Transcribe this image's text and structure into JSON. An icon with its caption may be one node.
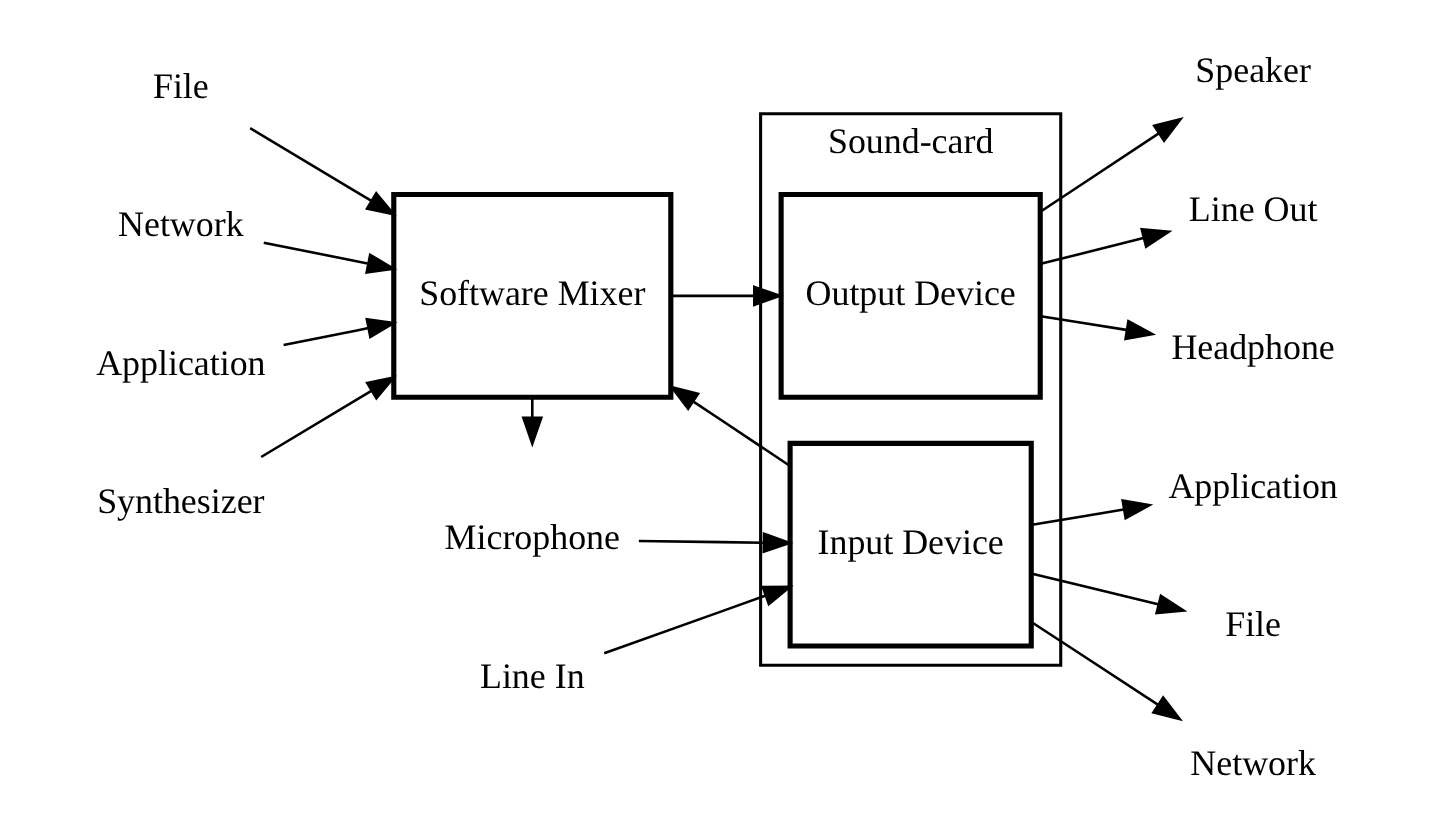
{
  "diagram": {
    "nodes": [
      {
        "text": [
          "Sound-card"
        ]
      },
      {
        "text": [
          "Software Mixer"
        ]
      },
      {
        "text": [
          "Output Device"
        ],
        "in": 0
      },
      {
        "text": [
          "Input Device"
        ],
        "in": 0
      },
      {
        "text": [
          "File"
        ]
      },
      {
        "text": [
          "Network"
        ]
      },
      {
        "text": [
          "Application"
        ]
      },
      {
        "text": [
          "Synthesizer"
        ]
      },
      {
        "text": [
          "Speaker"
        ]
      },
      {
        "text": [
          "Line Out"
        ]
      },
      {
        "text": [
          "Headphone"
        ]
      },
      {
        "text": [
          "Microphone"
        ]
      },
      {
        "text": [
          "Line In"
        ]
      },
      {
        "text": [
          "Application"
        ]
      },
      {
        "text": [
          "File"
        ]
      },
      {
        "text": [
          "Network"
        ]
      }
    ],
    "edges": [
      {
        "from": 4,
        "to": 1,
        "arrow": "to"
      },
      {
        "from": 5,
        "to": 1,
        "arrow": "to"
      },
      {
        "from": 6,
        "to": 1,
        "arrow": "to"
      },
      {
        "from": 7,
        "to": 1,
        "arrow": "to"
      },
      {
        "from": 3,
        "to": 1,
        "arrow": "to"
      },
      {
        "from": 1,
        "to": null,
        "arrow": "to"
      },
      {
        "from": 1,
        "to": 2,
        "arrow": "to"
      },
      {
        "from": 2,
        "to": 8,
        "arrow": "to"
      },
      {
        "from": 2,
        "to": 9,
        "arrow": "to"
      },
      {
        "from": 2,
        "to": 10,
        "arrow": "to"
      },
      {
        "from": 11,
        "to": 3,
        "arrow": "to"
      },
      {
        "from": 12,
        "to": 3,
        "arrow": "to"
      },
      {
        "from": 3,
        "to": 13,
        "arrow": "to"
      },
      {
        "from": 3,
        "to": 14,
        "arrow": "to"
      },
      {
        "from": 3,
        "to": 15,
        "arrow": "to"
      }
    ]
  }
}
